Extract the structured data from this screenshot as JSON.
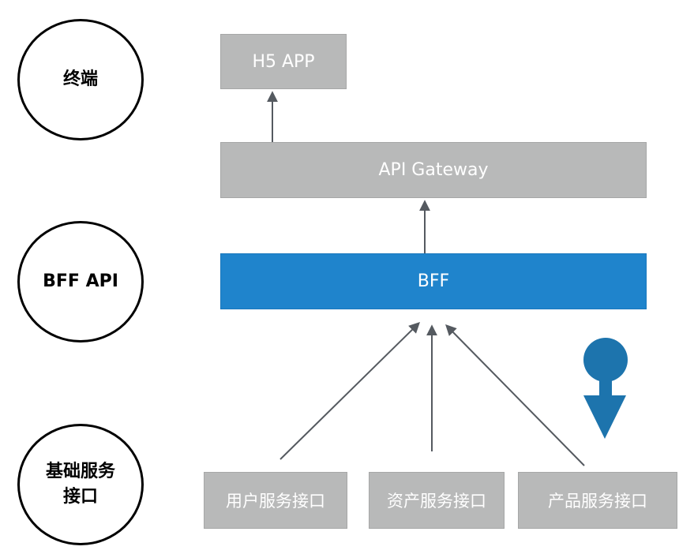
{
  "layers": {
    "terminal": "终端",
    "bff_api": "BFF API",
    "base_line1": "基础服务",
    "base_line2": "接口"
  },
  "boxes": {
    "h5_app": "H5 APP",
    "api_gateway": "API Gateway",
    "bff": "BFF",
    "user_service": "用户服务接口",
    "asset_service": "资产服务接口",
    "product_service": "产品服务接口"
  },
  "colors": {
    "box_gray": "#b8b9b9",
    "bff_blue": "#1f84cc",
    "arrow": "#555a60",
    "marker_blue": "#1d74ad"
  },
  "icons": {
    "location_marker": "map-pin-down-arrow-icon"
  }
}
